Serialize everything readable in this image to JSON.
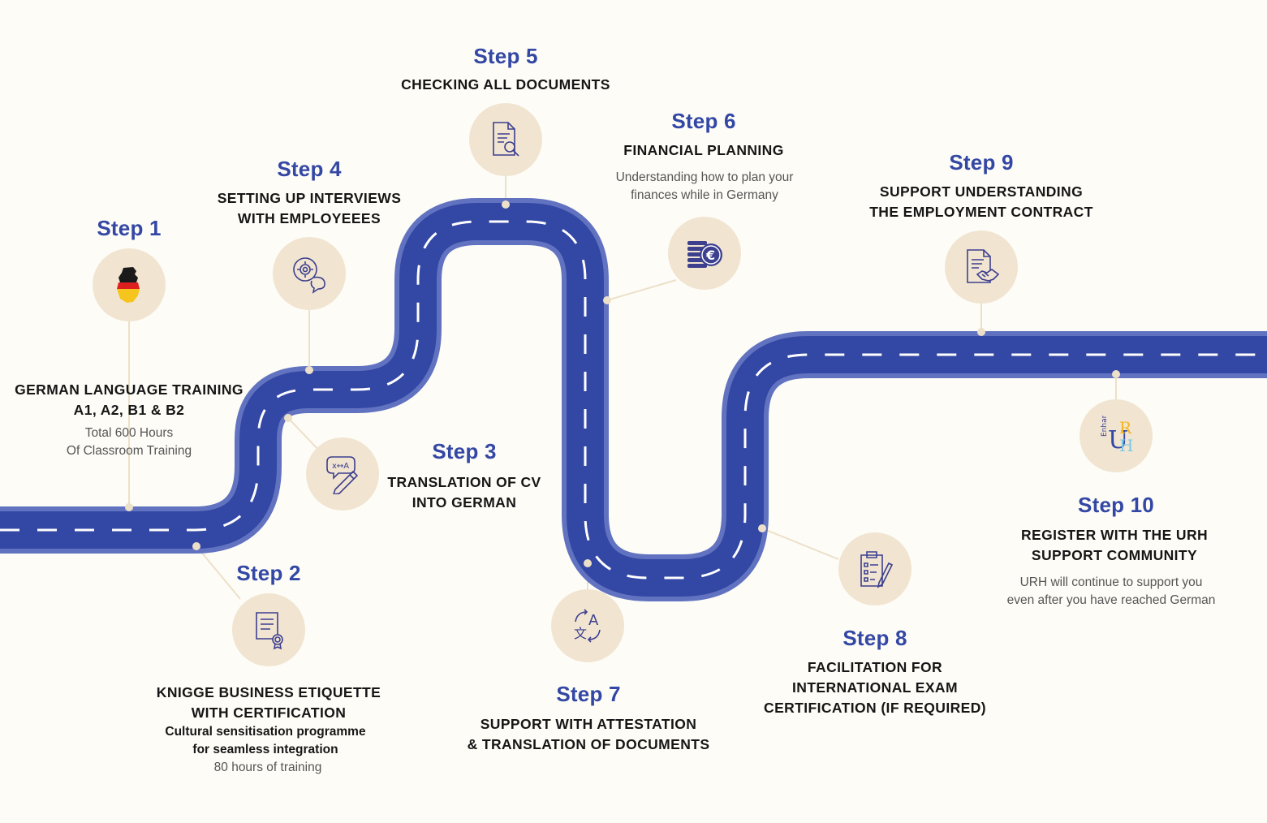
{
  "steps": [
    {
      "label": "Step 1",
      "title": [
        "GERMAN LANGUAGE TRAINING",
        "A1, A2, B1 & B2"
      ],
      "desc": [
        "Total  600 Hours",
        "Of Classroom Training"
      ],
      "icon": "germany-map-icon"
    },
    {
      "label": "Step 2",
      "title": [
        "KNIGGE BUSINESS ETIQUETTE",
        "WITH CERTIFICATION"
      ],
      "desc_bold": [
        "Cultural sensitisation programme",
        "for seamless integration"
      ],
      "desc": [
        "80 hours of training"
      ],
      "icon": "certificate-icon"
    },
    {
      "label": "Step 3",
      "title": [
        "TRANSLATION OF CV",
        "INTO GERMAN"
      ],
      "icon": "translation-pen-icon"
    },
    {
      "label": "Step 4",
      "title": [
        "SETTING UP INTERVIEWS",
        "WITH EMPLOYEEES"
      ],
      "icon": "interview-chat-icon"
    },
    {
      "label": "Step 5",
      "title": [
        "CHECKING ALL DOCUMENTS"
      ],
      "icon": "document-search-icon"
    },
    {
      "label": "Step 6",
      "title": [
        "FINANCIAL PLANNING"
      ],
      "desc": [
        "Understanding how to plan your",
        "finances while in Germany"
      ],
      "icon": "euro-coins-icon"
    },
    {
      "label": "Step 7",
      "title": [
        "SUPPORT WITH ATTESTATION",
        "& TRANSLATION OF DOCUMENTS"
      ],
      "icon": "language-translate-icon"
    },
    {
      "label": "Step 8",
      "title": [
        "FACILITATION FOR",
        "INTERNATIONAL EXAM",
        "CERTIFICATION (IF REQUIRED)"
      ],
      "icon": "clipboard-checklist-icon"
    },
    {
      "label": "Step 9",
      "title": [
        "SUPPORT UNDERSTANDING",
        "THE EMPLOYMENT CONTRACT"
      ],
      "icon": "contract-handshake-icon"
    },
    {
      "label": "Step 10",
      "title": [
        "REGISTER WITH THE URH",
        "SUPPORT COMMUNITY"
      ],
      "desc": [
        "URH will continue to support you",
        "even after you have reached German"
      ],
      "icon": "urh-logo-icon"
    }
  ],
  "logo": {
    "letters": [
      "U",
      "R",
      "H"
    ],
    "vertical_text": "Enhance Your Future"
  },
  "colors": {
    "road": "#3347a4",
    "road_edge": "#6173c0",
    "step": "#3347a4",
    "circle": "#f1e5d1",
    "connector": "#ede0c9",
    "icon": "#3d3f8f"
  }
}
